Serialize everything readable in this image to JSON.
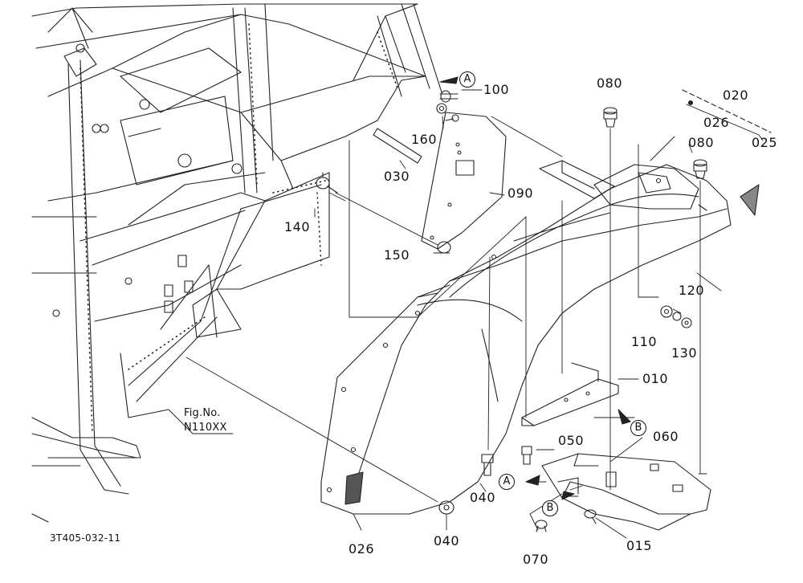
{
  "diagram": {
    "drawing_code": "3T405-032-11",
    "figure_ref": {
      "title": "Fig.No.",
      "number": "N110XX"
    },
    "parts": [
      {
        "no": "100"
      },
      {
        "no": "160"
      },
      {
        "no": "030"
      },
      {
        "no": "140"
      },
      {
        "no": "150"
      },
      {
        "no": "090"
      },
      {
        "no": "080"
      },
      {
        "no": "080"
      },
      {
        "no": "020"
      },
      {
        "no": "026"
      },
      {
        "no": "025"
      },
      {
        "no": "120"
      },
      {
        "no": "110"
      },
      {
        "no": "130"
      },
      {
        "no": "010"
      },
      {
        "no": "050"
      },
      {
        "no": "060"
      },
      {
        "no": "040"
      },
      {
        "no": "040"
      },
      {
        "no": "026"
      },
      {
        "no": "070"
      },
      {
        "no": "015"
      }
    ],
    "ref_marks": [
      {
        "letter": "A"
      },
      {
        "letter": "B"
      },
      {
        "letter": "A"
      },
      {
        "letter": "B"
      }
    ]
  }
}
